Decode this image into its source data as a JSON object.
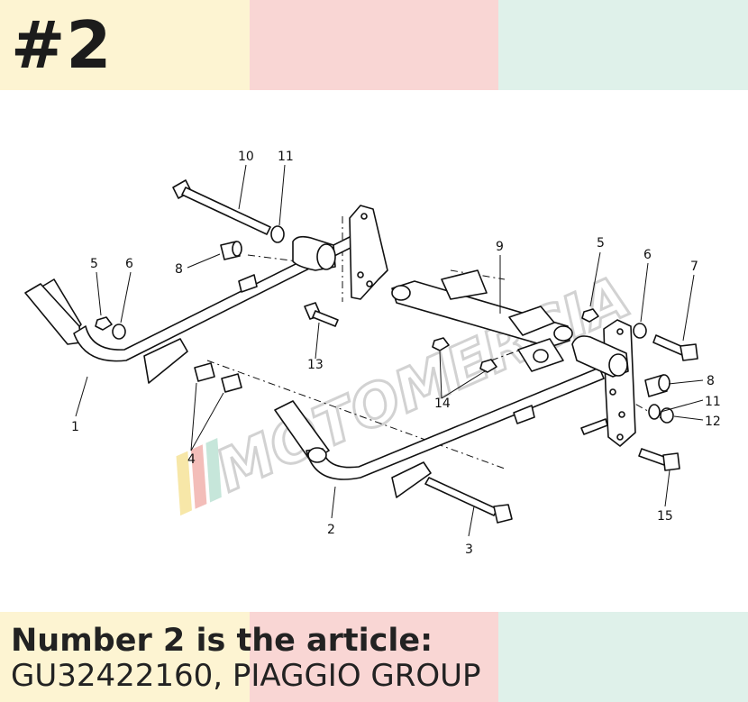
{
  "badge": "#2",
  "caption": {
    "line1": "Number 2 is the article:",
    "line2": "GU32422160, PIAGGIO GROUP"
  },
  "watermark": "MOTOMERCIA",
  "colors": {
    "band1": "#fdf4d2",
    "band2": "#f9d6d4",
    "band3": "#dff1ea"
  },
  "callouts": {
    "c1": "1",
    "c2": "2",
    "c3": "3",
    "c4": "4",
    "c5a": "5",
    "c5b": "5",
    "c6a": "6",
    "c6b": "6",
    "c7": "7",
    "c8a": "8",
    "c8b": "8",
    "c9": "9",
    "c10": "10",
    "c11a": "11",
    "c11b": "11",
    "c12": "12",
    "c13": "13",
    "c14": "14",
    "c15": "15"
  }
}
